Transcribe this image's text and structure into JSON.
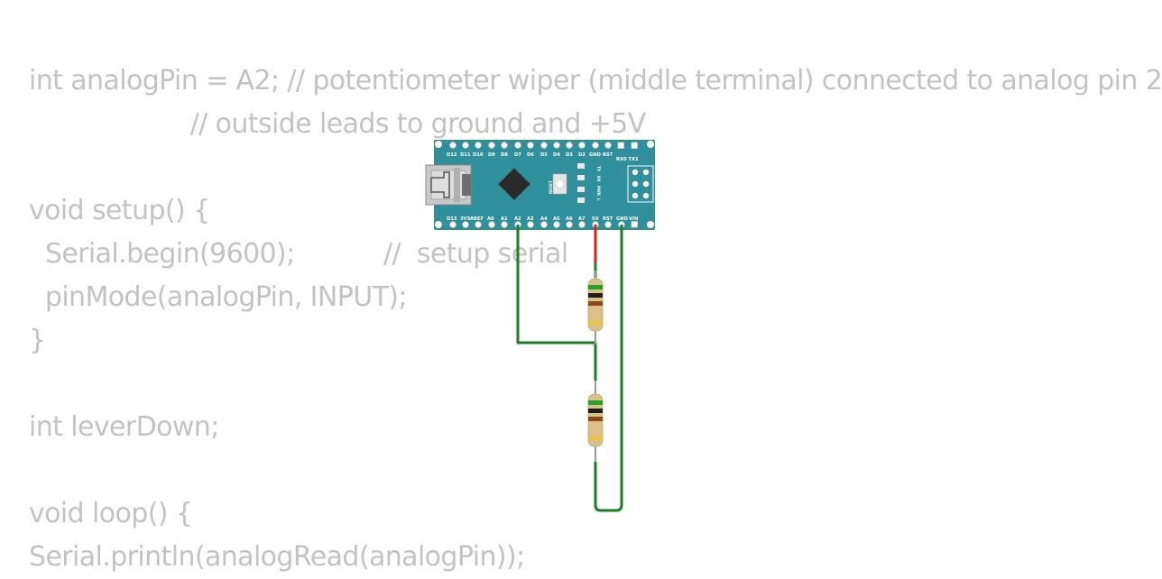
{
  "code_lines": [
    "int analogPin = A2; // potentiometer wiper (middle terminal) connected to analog pin 2",
    "                    // outside leads to ground and +5V",
    "",
    "void setup() {",
    "  Serial.begin(9600);           //  setup serial",
    "  pinMode(analogPin, INPUT);",
    "}",
    "",
    "int leverDown;",
    "",
    "void loop() {",
    "Serial.println(analogRead(analogPin));"
  ],
  "board": {
    "top_pins": [
      "D12",
      "D11",
      "D10",
      "D9",
      "D8",
      "D7",
      "D6",
      "D5",
      "D4",
      "D3",
      "D2",
      "GND",
      "RST"
    ],
    "top_right_label": "RX0 TX1",
    "bottom_pins": [
      "D13",
      "3V3",
      "AREF",
      "A0",
      "A1",
      "A2",
      "A3",
      "A4",
      "A5",
      "A6",
      "A7",
      "5V",
      "RST",
      "GND",
      "VIN"
    ],
    "reset_label": "RESET",
    "led_labels": [
      "TX",
      "RX",
      "PWR",
      "L"
    ]
  },
  "colors": {
    "board": "#2f8f9a",
    "code_text": "#c3c3c3",
    "wire_signal": "#1c7e23",
    "wire_power": "#d32121"
  }
}
